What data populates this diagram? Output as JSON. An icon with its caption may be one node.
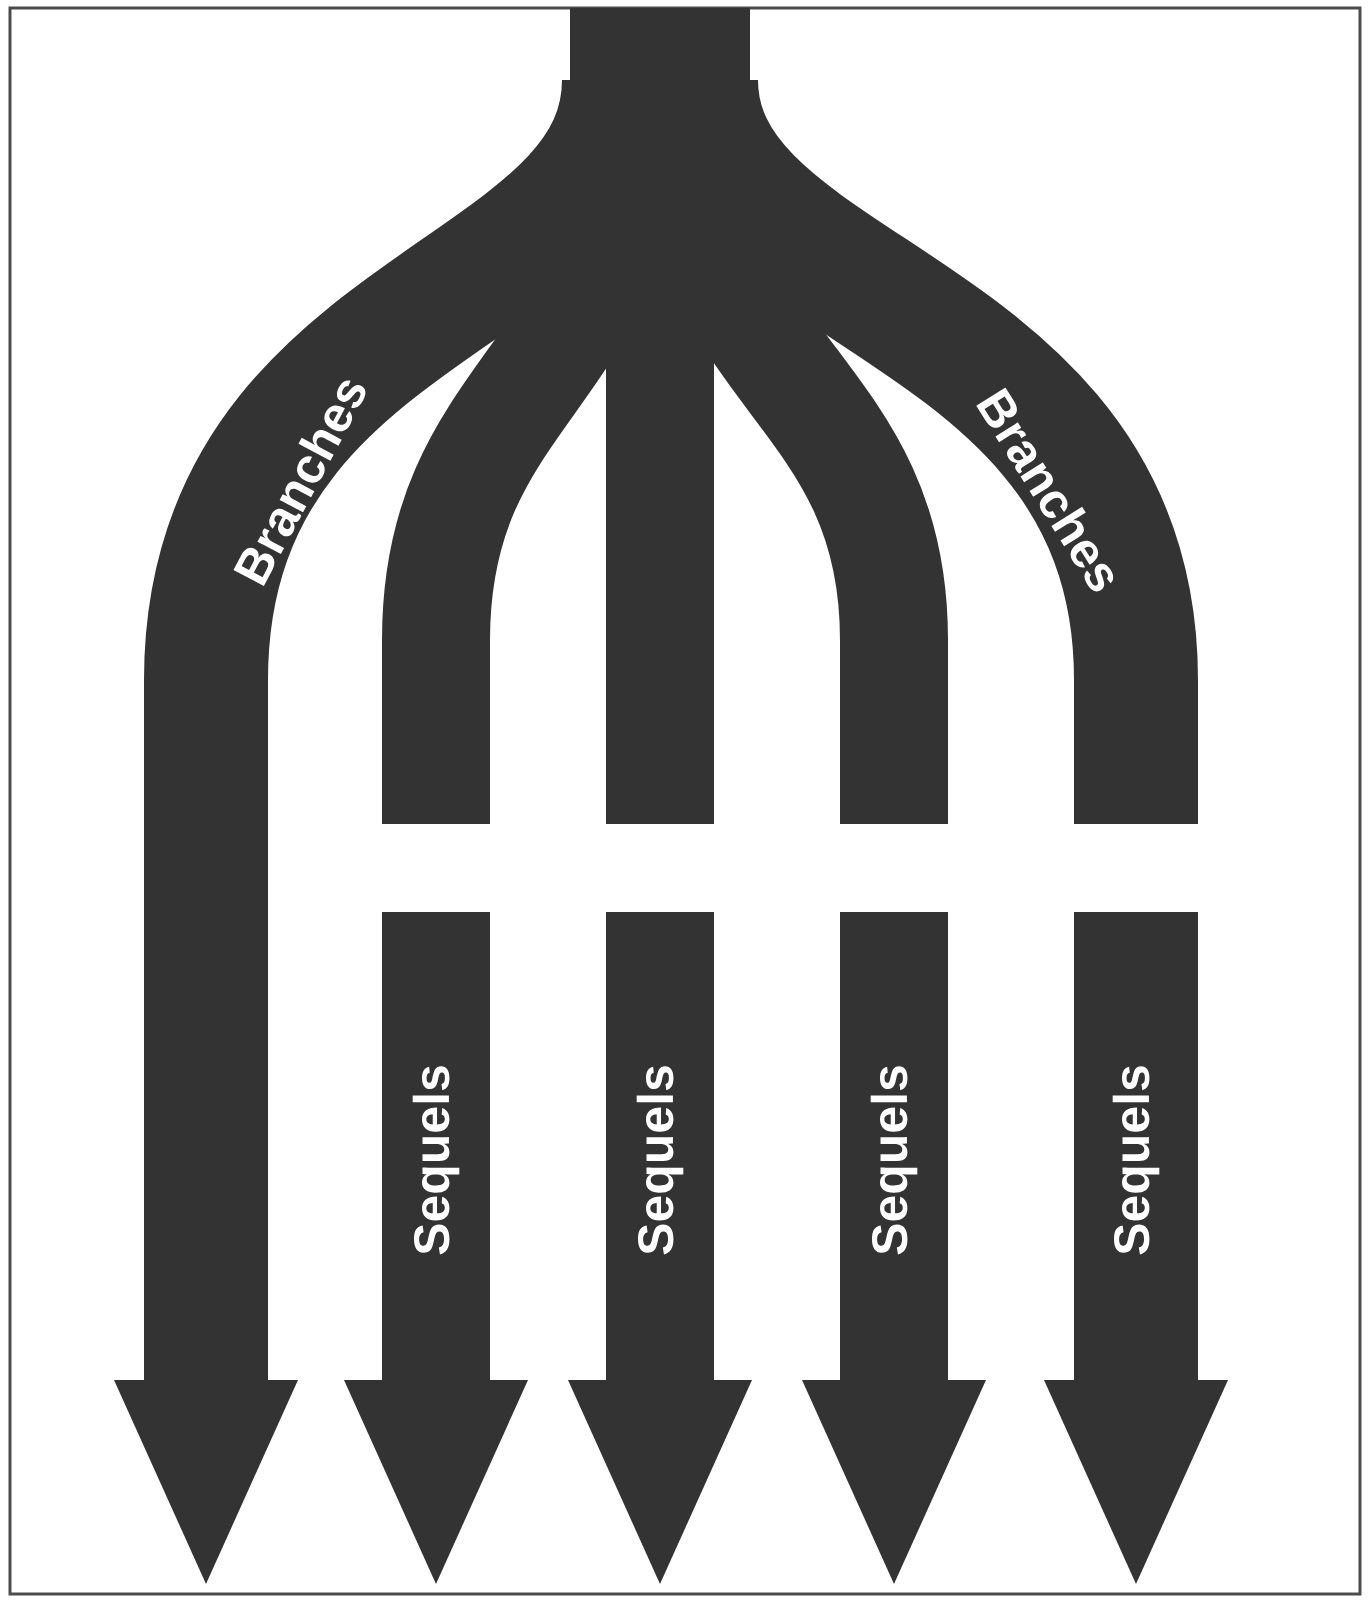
{
  "diagram": {
    "labels": [
      "Branches",
      "Branches",
      "Sequels",
      "Sequels",
      "Sequels",
      "Sequels"
    ]
  }
}
